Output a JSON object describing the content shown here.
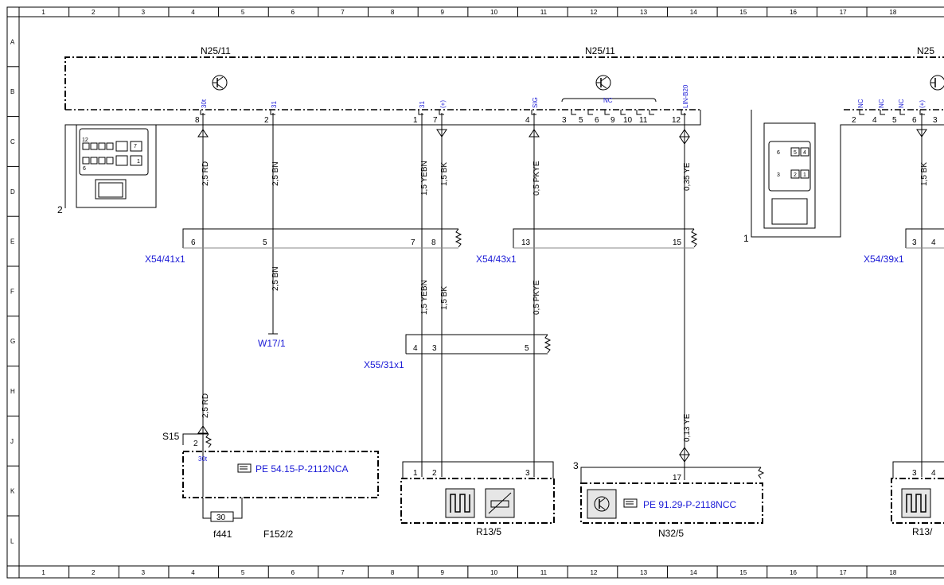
{
  "grid": {
    "columns": [
      "1",
      "2",
      "3",
      "4",
      "5",
      "6",
      "7",
      "8",
      "9",
      "10",
      "11",
      "12",
      "13",
      "14",
      "15",
      "16",
      "17",
      "18"
    ],
    "rows": [
      "A",
      "B",
      "C",
      "D",
      "E",
      "F",
      "G",
      "H",
      "J",
      "K",
      "L"
    ]
  },
  "modules": {
    "left": "N25/11",
    "center": "N25/11",
    "right_partial": "N25"
  },
  "callouts": {
    "c1": "1",
    "c2": "2",
    "c3": "3"
  },
  "pins_n25": {
    "p8": "8",
    "p2": "2",
    "p1": "1",
    "p7": "7",
    "p4": "4",
    "p3": "3",
    "p5": "5",
    "p6": "6",
    "p9": "9",
    "p10": "10",
    "p11": "11",
    "p12": "12",
    "r2": "2",
    "r4": "4",
    "r5": "5",
    "r6": "6",
    "r3": "3"
  },
  "signals": {
    "s30t": "30t",
    "s31a": "31",
    "s31b": "31",
    "splus": "(+)",
    "ssig": "SIG",
    "snc": "NC",
    "slin": "LIN-B20",
    "rnc1": "NC",
    "rnc2": "NC",
    "rnc3": "NC",
    "rplus": "(+)",
    "s30t2": "30t"
  },
  "wires": {
    "w1": "2,5 RD",
    "w2": "2,5 BN",
    "w3": "1,5 YEBN",
    "w4": "1,5 BK",
    "w5": "0,5 PKYE",
    "w6": "0,35 YE",
    "w7": "2,5 BN",
    "w8": "1,5 YEBN",
    "w9": "1,5 BK",
    "w10": "0,5 PKYE",
    "w11": "2,5 RD",
    "w12": "0,13 YE",
    "w13": "1,5 BK"
  },
  "connectors": {
    "x54_41": "X54/41x1",
    "x54_43": "X54/43x1",
    "x54_39": "X54/39x1",
    "x55_31": "X55/31x1",
    "pins": {
      "a6": "6",
      "a5": "5",
      "a7": "7",
      "a8": "8",
      "b13": "13",
      "b15": "15",
      "c3": "3",
      "c4": "4",
      "d4": "4",
      "d3": "3",
      "d5": "5"
    }
  },
  "ground": "W17/1",
  "s15": {
    "label": "S15",
    "pin": "2"
  },
  "components": {
    "f152": "F152/2",
    "f441": "f441",
    "fuse_value": "30",
    "f152_ref": "PE 54.15-P-2112NCA",
    "r13": "R13/5",
    "r13_pins": {
      "p1": "1",
      "p2": "2",
      "p3": "3"
    },
    "n32": "N32/5",
    "n32_pin": "17",
    "n32_ref": "PE 91.29-P-2118NCC",
    "r13_right": "R13/",
    "r13_right_pins": {
      "p3": "3",
      "p4": "4"
    }
  },
  "connector_left_pins": {
    "p12": "12",
    "p6": "6",
    "p7": "7",
    "p1": "1"
  },
  "connector_right_pins": {
    "p6": "6",
    "p5": "5",
    "p4": "4",
    "p3": "3",
    "p2": "2",
    "p1": "1"
  }
}
